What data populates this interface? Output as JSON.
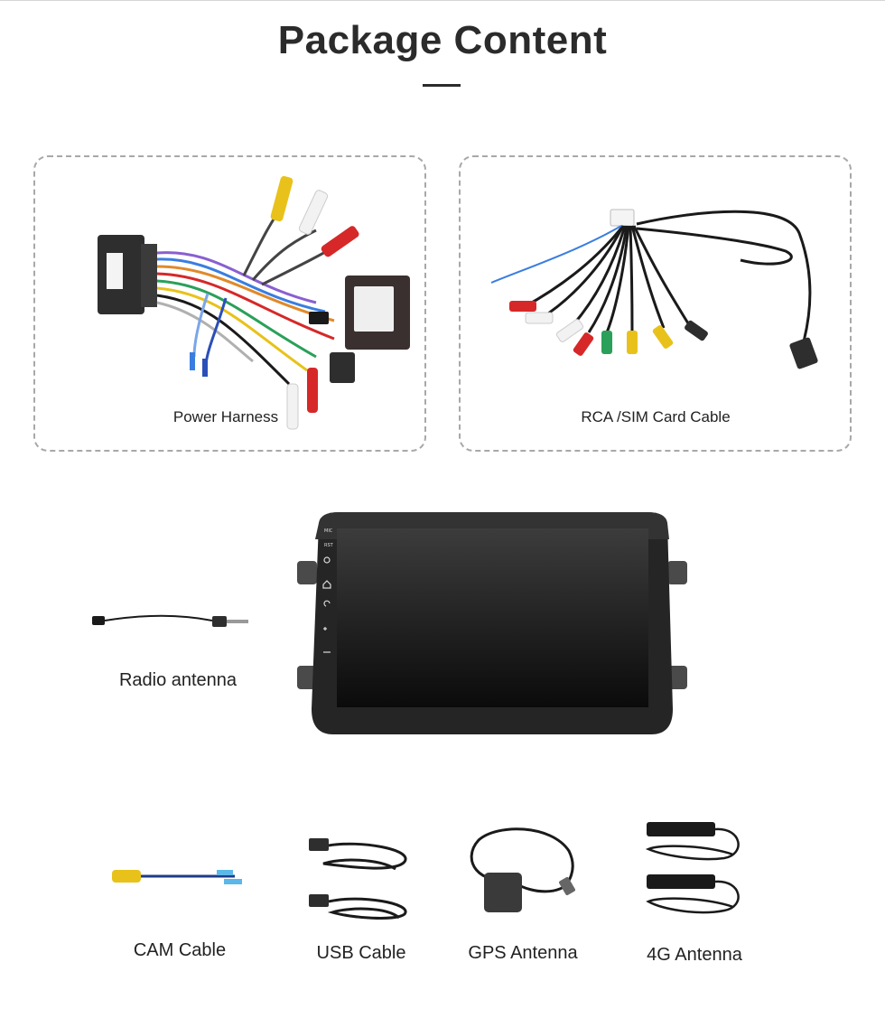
{
  "page": {
    "title": "Package Content"
  },
  "items": {
    "power_harness": {
      "label": "Power Harness"
    },
    "rca_sim_cable": {
      "label": "RCA /SIM Card Cable"
    },
    "radio_antenna": {
      "label": "Radio antenna"
    },
    "cam_cable": {
      "label": "CAM Cable"
    },
    "usb_cable": {
      "label": "USB Cable"
    },
    "gps_antenna": {
      "label": "GPS Antenna"
    },
    "antenna_4g": {
      "label": "4G Antenna"
    }
  },
  "head_unit": {
    "side_buttons": [
      "MIC",
      "RST",
      "power-icon",
      "home-icon",
      "back-icon",
      "volume-up-icon",
      "volume-down-icon"
    ]
  },
  "colors": {
    "title": "#2b2b2b",
    "panel_border": "#a8a8a8",
    "rca_yellow": "#e8c21a",
    "rca_red": "#d62828",
    "rca_white": "#f2f2f2",
    "rca_green": "#2aa05a"
  }
}
